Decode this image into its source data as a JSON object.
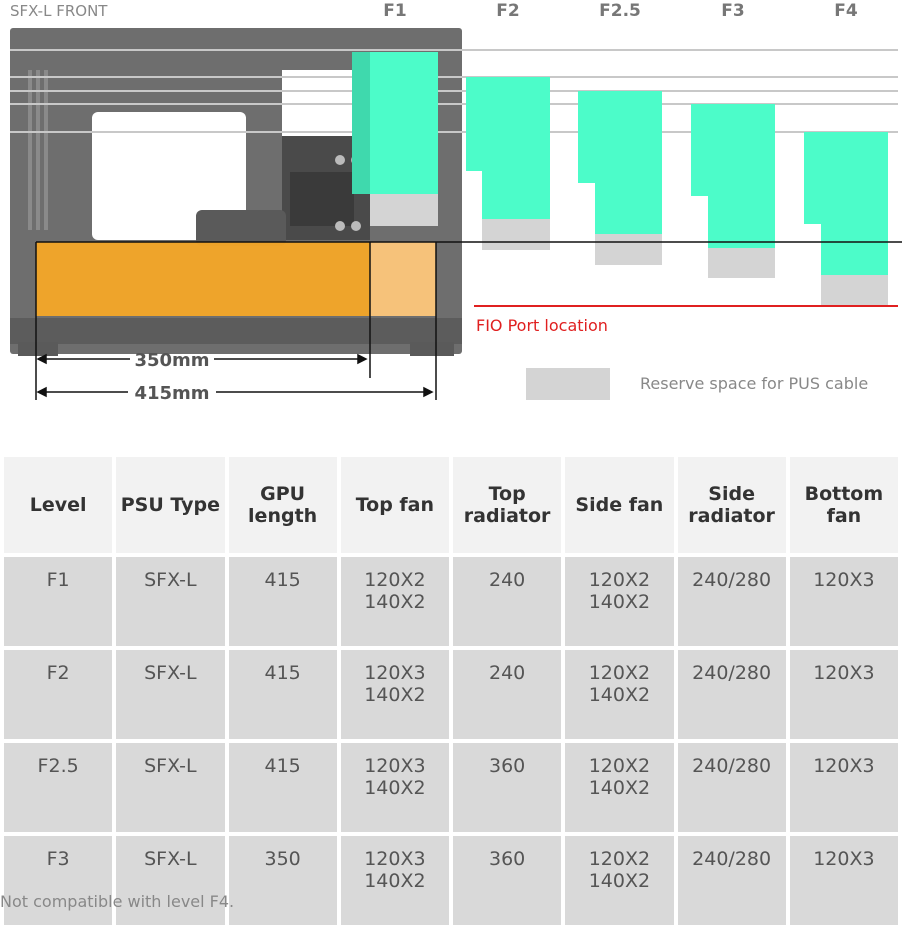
{
  "diagram": {
    "front_label": "SFX-L FRONT",
    "levels": [
      "F1",
      "F2",
      "F2.5",
      "F3",
      "F4"
    ],
    "gpu_lengths": [
      "350mm",
      "415mm"
    ],
    "fio_label": "FIO Port location",
    "legend_label": "Reserve space for PUS cable",
    "colors": {
      "psu_green": "#4cfcc9",
      "reserve_gray": "#d4d4d4",
      "gpu_orange": "#f9a825",
      "fio_red": "#e02020",
      "case_gray": "#6e6e6e"
    }
  },
  "table": {
    "headers": [
      [
        "Level"
      ],
      [
        "PSU Type"
      ],
      [
        "GPU",
        "length"
      ],
      [
        "Top fan"
      ],
      [
        "Top",
        "radiator"
      ],
      [
        "Side fan"
      ],
      [
        "Side",
        "radiator"
      ],
      [
        "Bottom",
        "fan"
      ]
    ],
    "rows": [
      [
        "F1",
        "SFX-L",
        "415",
        "120X2\n140X2",
        "240",
        "120X2\n140X2",
        "240/280",
        "120X3"
      ],
      [
        "F2",
        "SFX-L",
        "415",
        "120X3\n140X2",
        "240",
        "120X2\n140X2",
        "240/280",
        "120X3"
      ],
      [
        "F2.5",
        "SFX-L",
        "415",
        "120X3\n140X2",
        "360",
        "120X2\n140X2",
        "240/280",
        "120X3"
      ],
      [
        "F3",
        "SFX-L",
        "350",
        "120X3\n140X2",
        "360",
        "120X2\n140X2",
        "240/280",
        "120X3"
      ]
    ]
  },
  "footnote": "Not compatible with level F4."
}
